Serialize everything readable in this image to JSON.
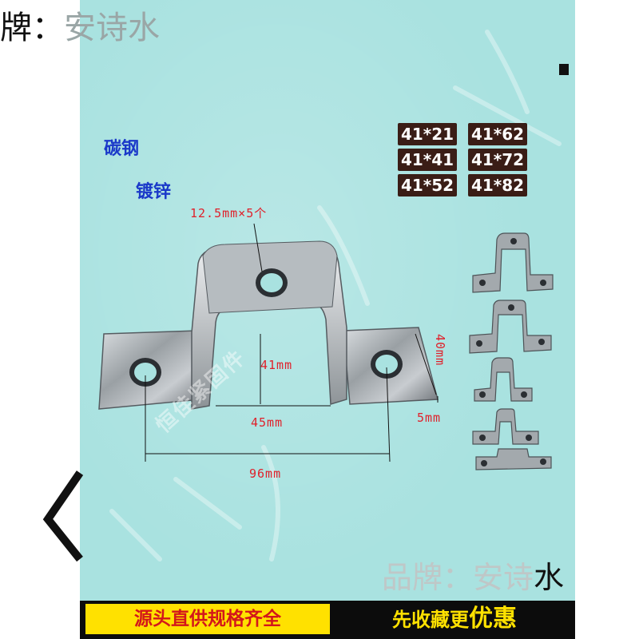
{
  "brand": {
    "label": "牌：",
    "name": "安诗水",
    "bottom_label": "品牌：",
    "bottom_name_faint": "安诗",
    "bottom_name_dark": "水"
  },
  "materials": [
    "碳钢",
    "镀锌"
  ],
  "spec_tags": [
    "41*21",
    "41*62",
    "41*41",
    "41*72",
    "41*52",
    "41*82"
  ],
  "dimensions": {
    "hole": "12.5mm×5个",
    "height": "41mm",
    "inner_width": "45mm",
    "total_width": "96mm",
    "depth": "40mm",
    "thickness": "5mm"
  },
  "watermark": "恒佳紧固件",
  "banner": {
    "left": "源头直供规格齐全",
    "right_prefix": "先收藏更",
    "right_emph": "优惠"
  },
  "colors": {
    "background": "#a9e2e0",
    "tag_bg": "#3a1d16",
    "dimension_red": "#e0202a",
    "material_blue": "#1a39c9",
    "banner_yellow": "#ffe100",
    "banner_red": "#d3161b"
  }
}
